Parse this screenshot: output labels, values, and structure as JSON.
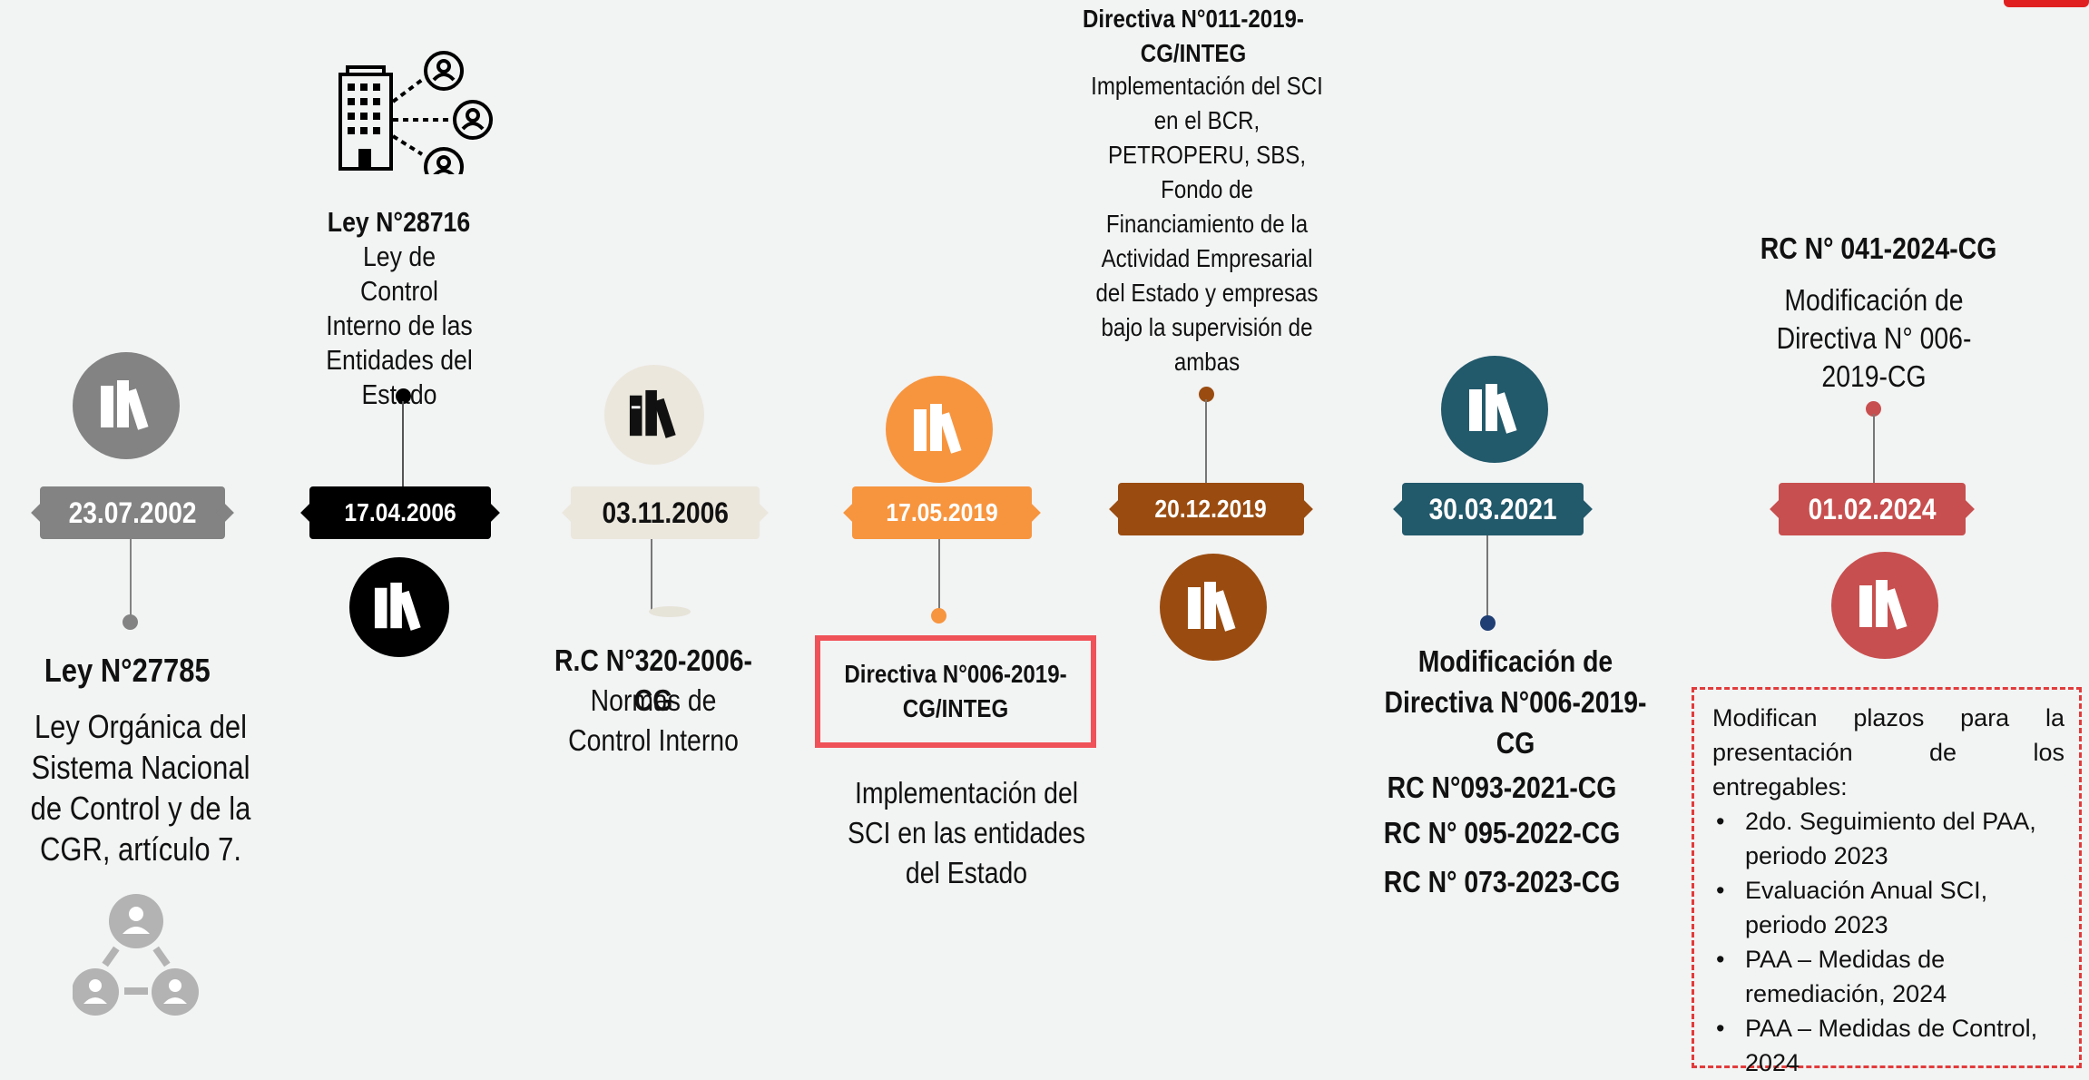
{
  "timeline": [
    {
      "date": "23.07.2002",
      "title": "Ley N°27785",
      "desc": "Ley Orgánica del Sistema Nacional de Control y de la CGR, artículo 7.",
      "icon": "books-icon",
      "accent": "#838383"
    },
    {
      "date": "17.04.2006",
      "title": "Ley N°28716",
      "desc": "Ley de Control Interno de las Entidades del Estado",
      "icon": "books-icon",
      "accent": "#000000"
    },
    {
      "date": "03.11.2006",
      "title": "R.C N°320-2006-CG",
      "desc": "Normas de Control Interno",
      "icon": "books-icon",
      "accent": "#ebe7dd"
    },
    {
      "date": "17.05.2019",
      "title": "Directiva N°006-2019-CG/INTEG",
      "desc": "Implementación del SCI en las entidades del Estado",
      "icon": "books-icon",
      "accent": "#f7953f"
    },
    {
      "date": "20.12.2019",
      "title": "Directiva N°011-2019-CG/INTEG",
      "desc": "Implementación del SCI en el BCR, PETROPERU, SBS, Fondo de Financiamiento de la Actividad Empresarial del Estado y empresas bajo la supervisión de ambas",
      "icon": "books-icon",
      "accent": "#9a4c10"
    },
    {
      "date": "30.03.2021",
      "title": "Modificación de Directiva N°006-2019-CG",
      "refs": [
        "RC N°093-2021-CG",
        "RC N° 095-2022-CG",
        "RC N° 073-2023-CG"
      ],
      "icon": "books-icon",
      "accent": "#22596b"
    },
    {
      "date": "01.02.2024",
      "title": "RC N° 041-2024-CG",
      "desc": "Modificación de Directiva N° 006-2019-CG",
      "icon": "books-icon",
      "accent": "#c84f4f"
    }
  ],
  "note": {
    "intro": "Modifican plazos para la presentación de los entregables:",
    "items": [
      "2do. Seguimiento del PAA, periodo 2023",
      "Evaluación Anual SCI, periodo 2023",
      "PAA – Medidas de remediación, 2024",
      "PAA – Medidas de Control, 2024"
    ]
  },
  "decorative_icons": [
    "building-network-icon",
    "people-network-icon"
  ]
}
